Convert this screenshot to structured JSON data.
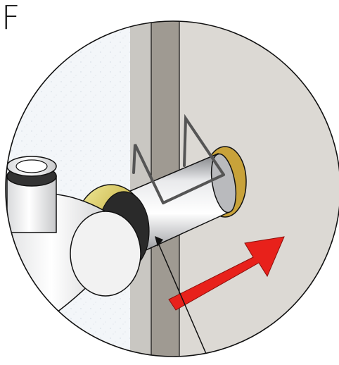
{
  "figure": {
    "panel_label": "F",
    "colors": {
      "arrow": "#e8211b",
      "wall": "#d9d6d0",
      "insulation": "#eef2f6",
      "sleeve_metal": "#cfd0d2",
      "collar": "#c9b54a",
      "flange": "#c8a23a",
      "outline": "#111111"
    },
    "parts": [
      "wall-sleeve",
      "insulation-layer",
      "pipe",
      "wire-clip",
      "direction-arrow",
      "leader-line"
    ]
  }
}
